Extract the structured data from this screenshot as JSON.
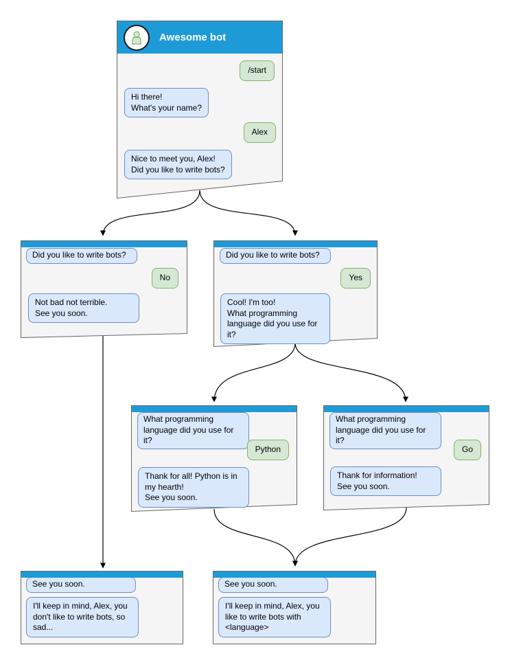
{
  "colors": {
    "header_blue": "#1e9bd7",
    "bot_bubble_fill": "#dae8fc",
    "bot_bubble_border": "#6c8ebf",
    "user_bubble_fill": "#d5e8d4",
    "user_bubble_border": "#82b366",
    "card_fill": "#f5f5f5",
    "card_border": "#666666",
    "arrow": "#000000"
  },
  "icons": {
    "avatar": "person-icon"
  },
  "nodes": {
    "root": {
      "title": "Awesome bot",
      "messages": [
        {
          "side": "user",
          "text": "/start"
        },
        {
          "side": "bot",
          "text": "Hi there!\nWhat's your name?"
        },
        {
          "side": "user",
          "text": "Alex"
        },
        {
          "side": "bot",
          "text": "Nice to meet you, Alex!\nDid you like to write bots?"
        }
      ]
    },
    "no_branch": {
      "messages": [
        {
          "side": "bot",
          "text": "Did you like to write bots?"
        },
        {
          "side": "user",
          "text": "No"
        },
        {
          "side": "bot",
          "text": "Not bad not terrible.\nSee you soon."
        }
      ]
    },
    "yes_branch": {
      "messages": [
        {
          "side": "bot",
          "text": "Did you like to write bots?"
        },
        {
          "side": "user",
          "text": "Yes"
        },
        {
          "side": "bot",
          "text": "Cool! I'm too!\nWhat programming\nlanguage did you use for it?"
        }
      ]
    },
    "python_branch": {
      "messages": [
        {
          "side": "bot",
          "text": "What programming\nlanguage did you use for it?"
        },
        {
          "side": "user",
          "text": "Python"
        },
        {
          "side": "bot",
          "text": "Thank for all! Python is in\nmy hearth!\nSee you soon."
        }
      ]
    },
    "go_branch": {
      "messages": [
        {
          "side": "bot",
          "text": "What programming\nlanguage did you use for it?"
        },
        {
          "side": "user",
          "text": "Go"
        },
        {
          "side": "bot",
          "text": "Thank for information!\nSee you soon."
        }
      ]
    },
    "end_no": {
      "messages": [
        {
          "side": "bot",
          "text": "See you soon."
        },
        {
          "side": "bot",
          "text": "I'll keep in mind, Alex, you\ndon't like to write bots, so\nsad..."
        }
      ]
    },
    "end_language": {
      "messages": [
        {
          "side": "bot",
          "text": "See you soon."
        },
        {
          "side": "bot",
          "text": "I'll keep in mind, Alex, you\nlike to write bots with\n<language>"
        }
      ]
    }
  },
  "edges": [
    {
      "from": "root",
      "to": "no_branch"
    },
    {
      "from": "root",
      "to": "yes_branch"
    },
    {
      "from": "yes_branch",
      "to": "python_branch"
    },
    {
      "from": "yes_branch",
      "to": "go_branch"
    },
    {
      "from": "no_branch",
      "to": "end_no"
    },
    {
      "from": "python_branch",
      "to": "end_language"
    },
    {
      "from": "go_branch",
      "to": "end_language"
    }
  ]
}
